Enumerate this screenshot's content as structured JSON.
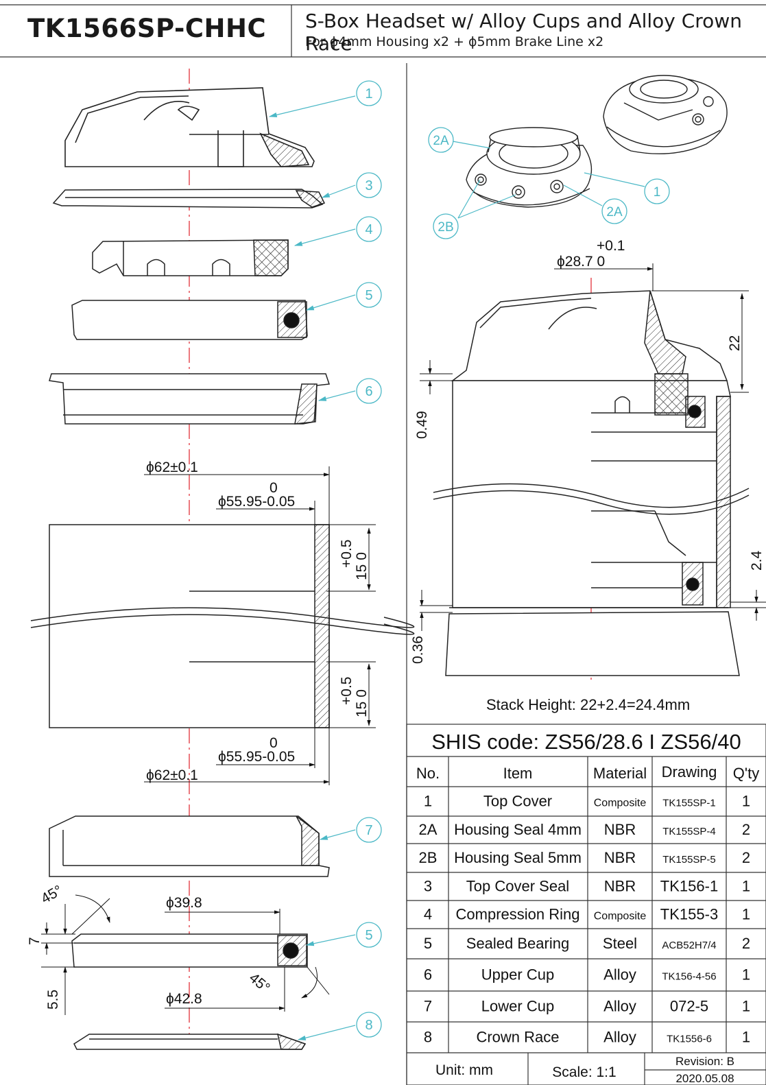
{
  "header": {
    "model": "TK1566SP-CHHC",
    "title": "S-Box Headset w/ Alloy Cups and Alloy Crown Race",
    "subtitle": "For ϕ4mm Housing x2 + ϕ5mm Brake Line x2"
  },
  "callouts": {
    "c1": "1",
    "c3": "3",
    "c4": "4",
    "c5": "5",
    "c6": "6",
    "c7": "7",
    "c5b": "5",
    "c8": "8",
    "r2a_top": "2A",
    "r1": "1",
    "r2a_bot": "2A",
    "r2b": "2B"
  },
  "dims": {
    "outer_dia_top": "ϕ62±0.1",
    "tol_zero_top": "0",
    "inner_dia_top": "ϕ55.95-0.05",
    "depth_top_tol": "+0.5",
    "depth_top_val": "15 0",
    "depth_bot_tol": "+0.5",
    "depth_bot_val": "15 0",
    "tol_zero_bot": "0",
    "inner_dia_bot": "ϕ55.95-0.05",
    "outer_dia_bot": "ϕ62±0.1",
    "angle_top": "45°",
    "race_dia_top": "ϕ39.8",
    "race_h7": "7",
    "angle_bot": "45°",
    "race_dia_bot": "ϕ42.8",
    "race_h55": "5.5",
    "steer_tol": "+0.1",
    "steer_dia": "ϕ28.7 0",
    "stack22": "22",
    "gap049": "0.49",
    "cup24": "2.4",
    "gap036": "0.36",
    "stack_height": "Stack Height: 22+2.4=24.4mm"
  },
  "table": {
    "shis": "SHIS code: ZS56/28.6 I ZS56/40",
    "headers": [
      "No.",
      "Item",
      "Material",
      "Drawing",
      "Q'ty"
    ],
    "rows": [
      [
        "1",
        "Top Cover",
        "Composite",
        "TK155SP-1",
        "1"
      ],
      [
        "2A",
        "Housing Seal 4mm",
        "NBR",
        "TK155SP-4",
        "2"
      ],
      [
        "2B",
        "Housing Seal 5mm",
        "NBR",
        "TK155SP-5",
        "2"
      ],
      [
        "3",
        "Top Cover Seal",
        "NBR",
        "TK156-1",
        "1"
      ],
      [
        "4",
        "Compression Ring",
        "Composite",
        "TK155-3",
        "1"
      ],
      [
        "5",
        "Sealed Bearing",
        "Steel",
        "ACB52H7/4",
        "2"
      ],
      [
        "6",
        "Upper Cup",
        "Alloy",
        "TK156-4-56",
        "1"
      ],
      [
        "7",
        "Lower Cup",
        "Alloy",
        "072-5",
        "1"
      ],
      [
        "8",
        "Crown Race",
        "Alloy",
        "TK1556-6",
        "1"
      ]
    ],
    "unit": "Unit: mm",
    "scale": "Scale: 1:1",
    "revision": "Revision: B",
    "date": "2020.05.08"
  }
}
